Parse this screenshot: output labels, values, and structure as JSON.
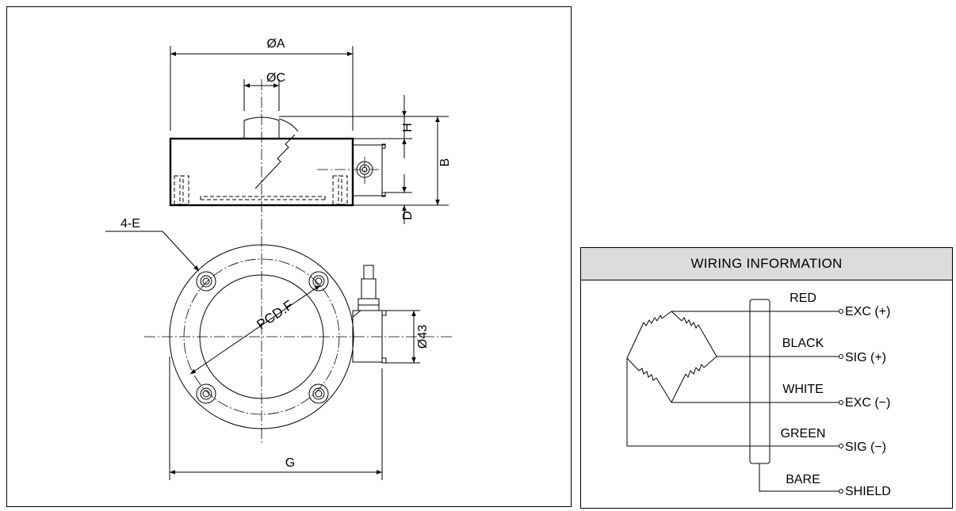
{
  "drawing": {
    "dim_A": "ØA",
    "dim_C": "ØC",
    "dim_H": "H",
    "dim_B": "B",
    "dim_D": "D",
    "dim_E": "4-E",
    "dim_F": "PCD.F",
    "dim_43": "Ø43",
    "dim_G": "G"
  },
  "wiring": {
    "title": "WIRING INFORMATION",
    "wires": [
      {
        "color": "RED",
        "signal": "EXC (+)"
      },
      {
        "color": "BLACK",
        "signal": "SIG (+)"
      },
      {
        "color": "WHITE",
        "signal": "EXC (−)"
      },
      {
        "color": "GREEN",
        "signal": "SIG (−)"
      },
      {
        "color": "BARE",
        "signal": "SHIELD"
      }
    ]
  }
}
